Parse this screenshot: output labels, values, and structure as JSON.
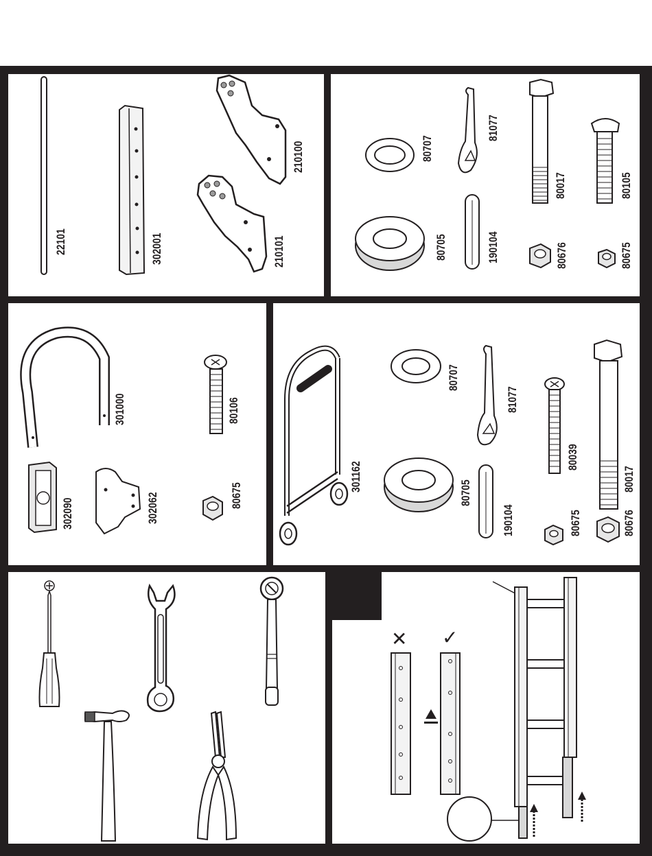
{
  "panels": {
    "frame_parts": {
      "labels": [
        "22101",
        "302001",
        "210100",
        "210101"
      ]
    },
    "hardware_a": {
      "labels": [
        "80707",
        "81077",
        "80017",
        "80105",
        "80705",
        "190104",
        "80676",
        "80675"
      ]
    },
    "handle_kit": {
      "labels": [
        "301000",
        "80106",
        "302090",
        "302062",
        "80675"
      ]
    },
    "cart_kit": {
      "labels": [
        "301162",
        "80707",
        "81077",
        "80039",
        "80017",
        "80705",
        "190104",
        "80675",
        "80676"
      ]
    },
    "assembly": {
      "wrong_mark": "✕",
      "right_mark": "✓"
    }
  },
  "icons": [
    "phillips-screwdriver-icon",
    "combination-wrench-icon",
    "ratchet-icon",
    "ball-peen-hammer-icon",
    "needle-nose-pliers-icon"
  ]
}
